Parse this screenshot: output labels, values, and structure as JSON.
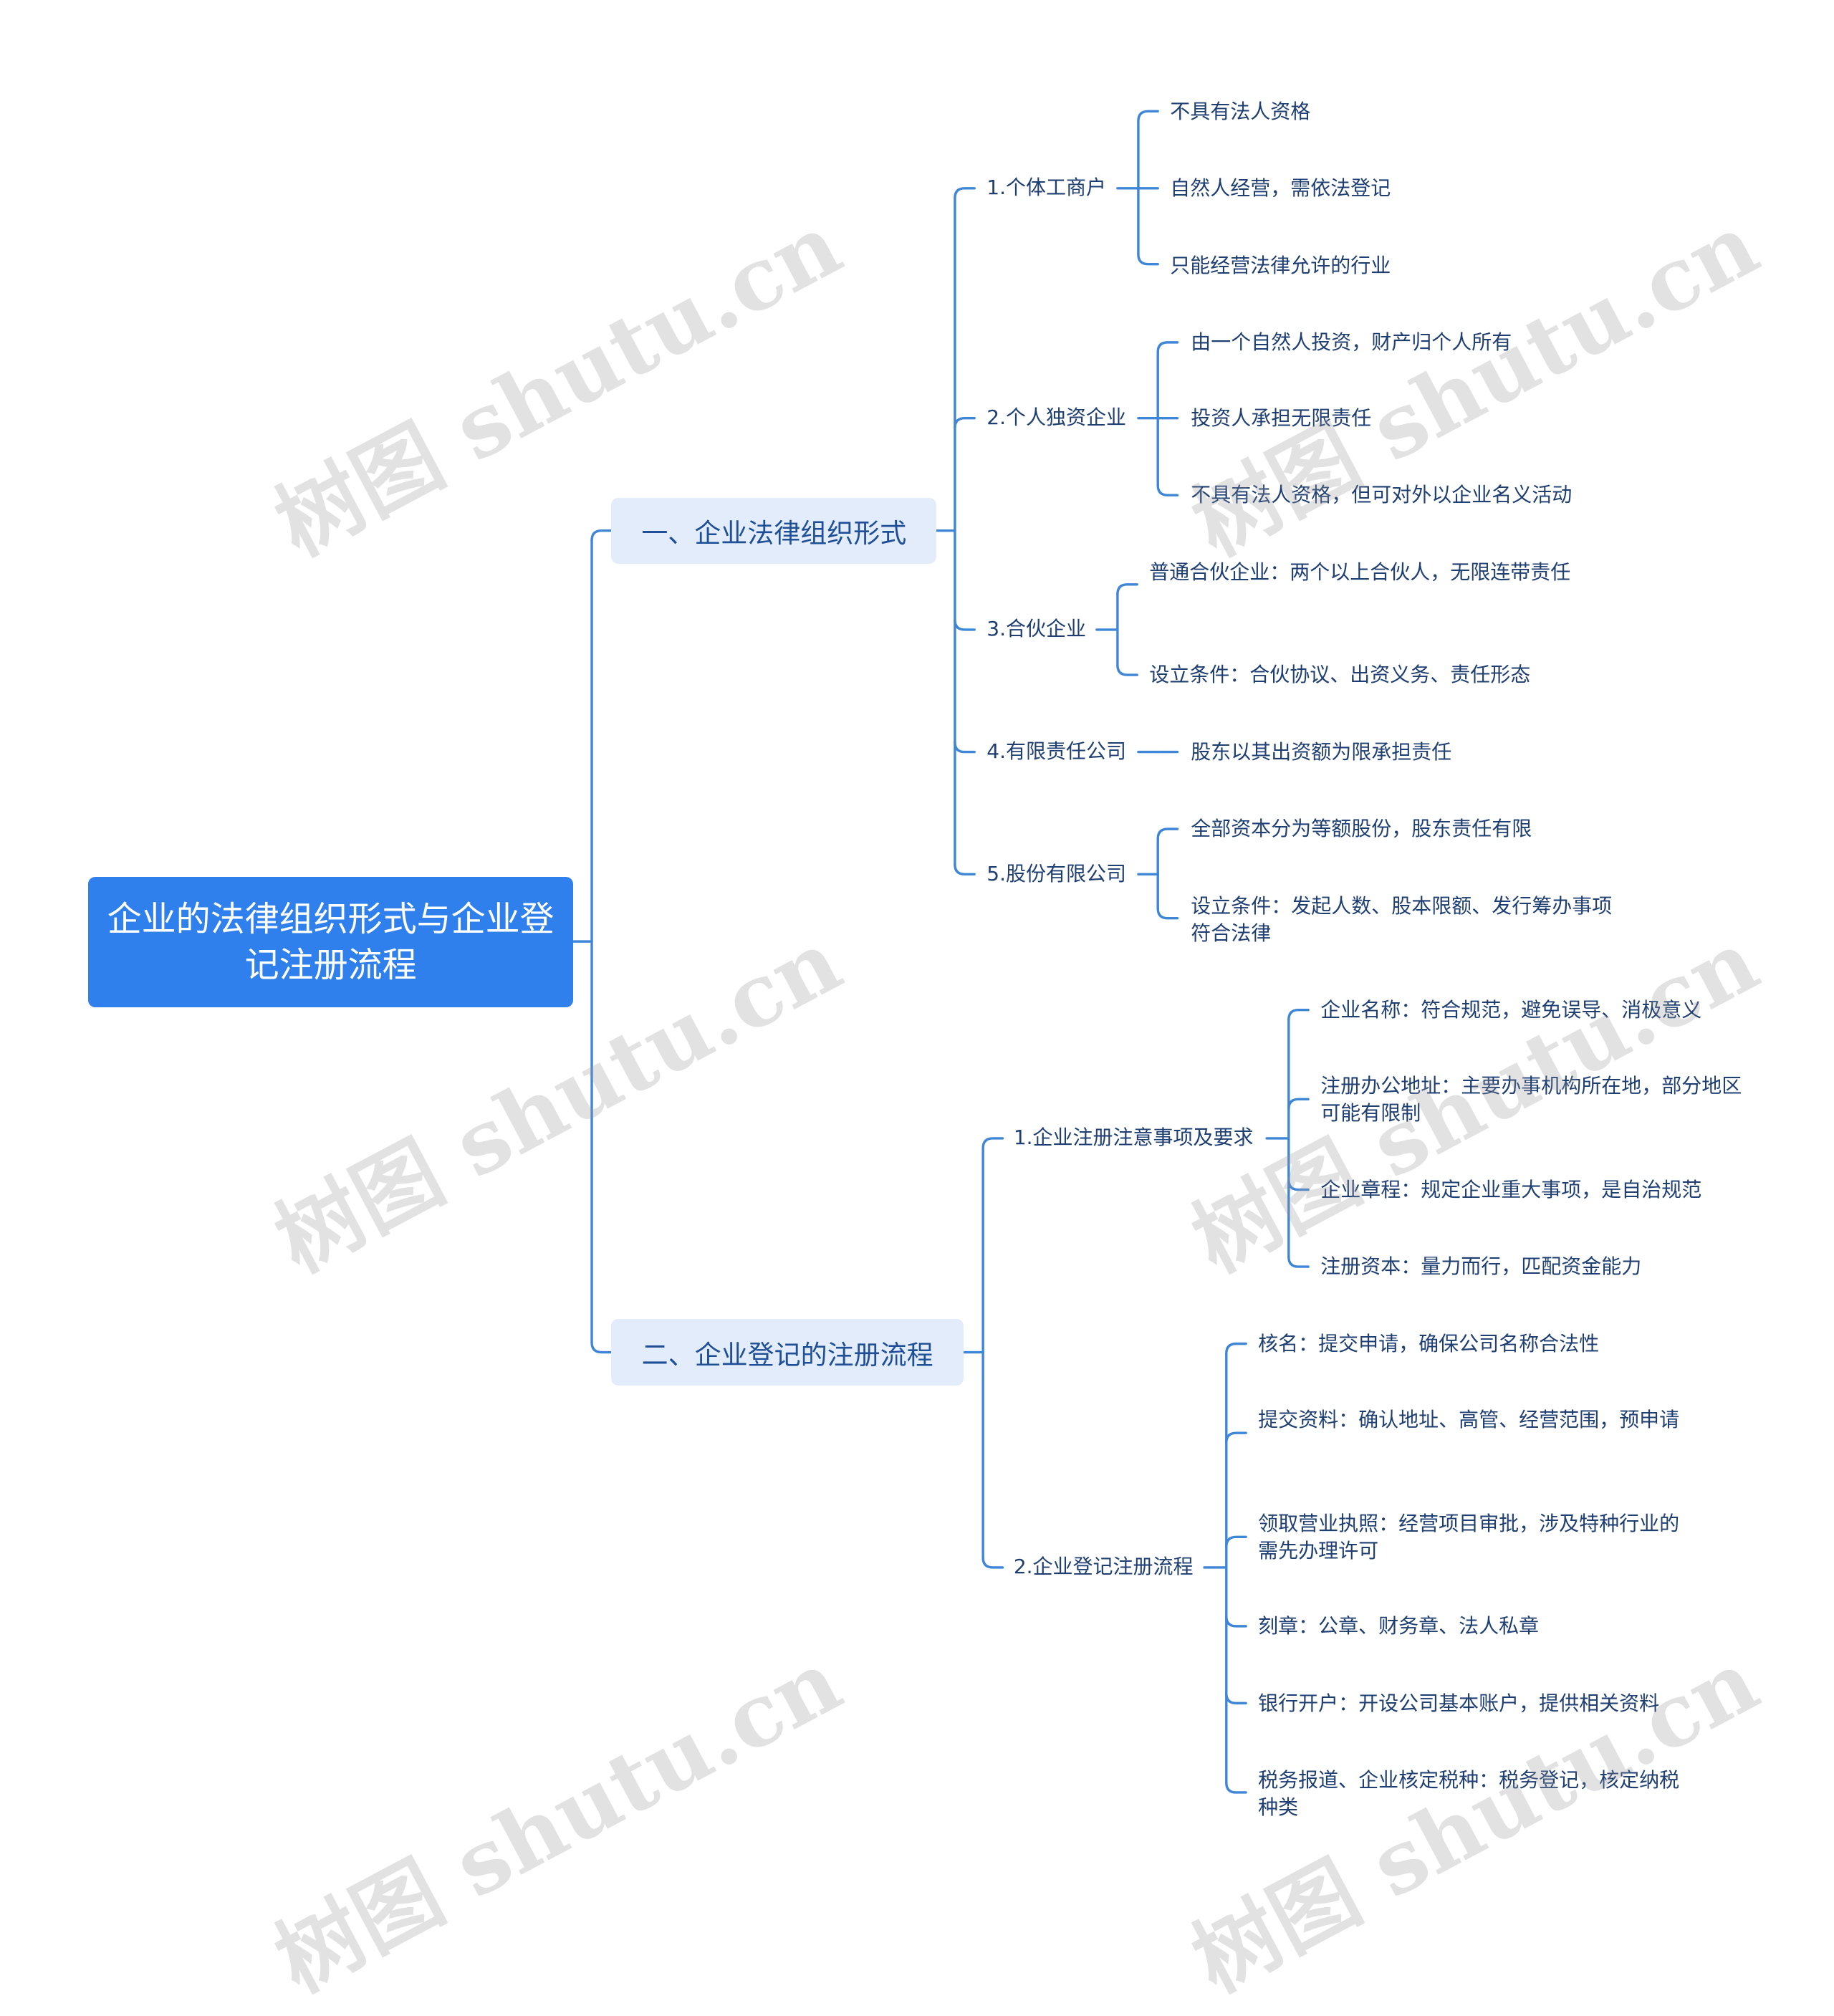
{
  "watermark": "树图 shutu.cn",
  "colors": {
    "line": "#3f86d6",
    "root_bg": "#2f80ed",
    "branch_bg": "#e3ecfb"
  },
  "root": {
    "label": "企业的法律组织形式与企业登记注册流程"
  },
  "branches": [
    {
      "label": "一、企业法律组织形式",
      "children": [
        {
          "label": "1.个体工商户",
          "leaves": [
            "不具有法人资格",
            "自然人经营，需依法登记",
            "只能经营法律允许的行业"
          ]
        },
        {
          "label": "2.个人独资企业",
          "leaves": [
            "由一个自然人投资，财产归个人所有",
            "投资人承担无限责任",
            "不具有法人资格，但可对外以企业名义活动"
          ]
        },
        {
          "label": "3.合伙企业",
          "leaves": [
            "普通合伙企业：两个以上合伙人，无限连带责任",
            "设立条件：合伙协议、出资义务、责任形态"
          ]
        },
        {
          "label": "4.有限责任公司",
          "leaves": [
            "股东以其出资额为限承担责任"
          ]
        },
        {
          "label": "5.股份有限公司",
          "leaves": [
            "全部资本分为等额股份，股东责任有限",
            "设立条件：发起人数、股本限额、发行筹办事项符合法律"
          ]
        }
      ]
    },
    {
      "label": "二、企业登记的注册流程",
      "children": [
        {
          "label": "1.企业注册注意事项及要求",
          "leaves": [
            "企业名称：符合规范，避免误导、消极意义",
            "注册办公地址：主要办事机构所在地，部分地区可能有限制",
            "企业章程：规定企业重大事项，是自治规范",
            "注册资本：量力而行，匹配资金能力"
          ]
        },
        {
          "label": "2.企业登记注册流程",
          "leaves": [
            "核名：提交申请，确保公司名称合法性",
            "提交资料：确认地址、高管、经营范围，预申请",
            "领取营业执照：经营项目审批，涉及特种行业的需先办理许可",
            "刻章：公章、财务章、法人私章",
            "银行开户：开设公司基本账户，提供相关资料",
            "税务报道、企业核定税种：税务登记，核定纳税种类"
          ]
        }
      ]
    }
  ]
}
